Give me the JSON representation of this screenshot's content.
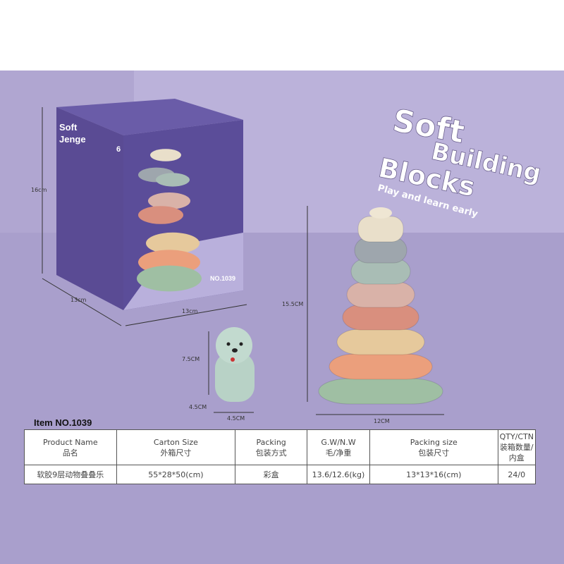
{
  "headline": {
    "line1": "Soft",
    "line2": "Building",
    "line3": "Blocks",
    "tagline": "Play and learn early"
  },
  "box": {
    "brand_line1": "Soft",
    "brand_line2": "Jenge",
    "model": "NO.1039",
    "age": "6"
  },
  "dimensions": {
    "box_height": "16cm",
    "box_depth": "13cm",
    "box_width": "13cm",
    "stack_height": "15.5CM",
    "stack_width": "12CM",
    "animal_height": "7.5CM",
    "animal_depth": "4.5CM",
    "animal_width": "4.5CM"
  },
  "colors": {
    "background": "#b3a9d3",
    "box": "#5a4b94",
    "rings": [
      "#e9dfca",
      "#9ea6ad",
      "#a9bdb5",
      "#d9b2a8",
      "#d98f7e",
      "#e6c99c",
      "#eb9f7c",
      "#9fbfa3"
    ]
  },
  "item_no": "Item NO.1039",
  "table": {
    "headers": [
      {
        "en": "Product Name",
        "zh": "品名"
      },
      {
        "en": "Carton Size",
        "zh": "外箱尺寸"
      },
      {
        "en": "Packing",
        "zh": "包装方式"
      },
      {
        "en": "G.W/N.W",
        "zh": "毛/净重"
      },
      {
        "en": "Packing size",
        "zh": "包装尺寸"
      },
      {
        "en": "QTY/CTN",
        "zh": "装箱数量/内盒"
      }
    ],
    "row": [
      "软胶9层动物叠叠乐",
      "55*28*50(cm)",
      "彩盒",
      "13.6/12.6(kg)",
      "13*13*16(cm)",
      "24/0"
    ]
  }
}
